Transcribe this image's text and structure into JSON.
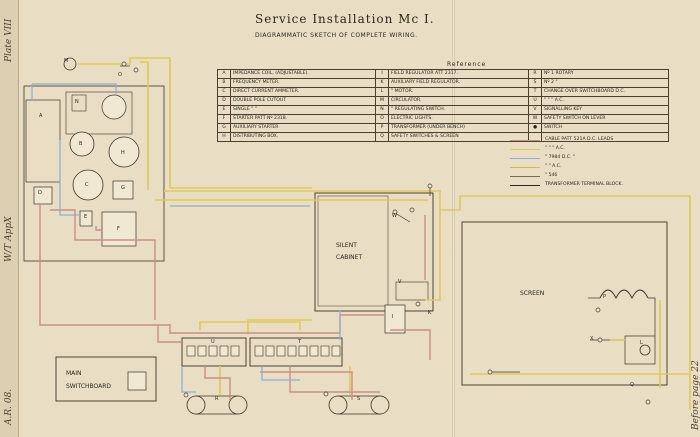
{
  "margin": {
    "plate": "Plate VIII",
    "appendix": "W/T AppX",
    "ar": "A.R. 08."
  },
  "right_margin": "Before page 22",
  "title": "Service Installation Mc I.",
  "subtitle": "DIAGRAMMATIC SKETCH OF COMPLETE WIRING.",
  "reference_heading": "Reference",
  "reference": [
    [
      "A",
      "IMPEDANCE COIL, (ADJUSTABLE).",
      "I",
      "FIELD REGULATOR ATT 2317.",
      "R",
      "Nº 1 ROTARY"
    ],
    [
      "B",
      "FREQUENCY METER.",
      "K",
      "AUXILIARY FIELD REGULATOR.",
      "S",
      "Nº 2    \""
    ],
    [
      "C",
      "DIRECT CURRENT AMMETER.",
      "L",
      "\"        MOTOR.",
      "T",
      "CHANGE OVER SWITCHBOARD D.C."
    ],
    [
      "D",
      "DOUBLE POLE CUTOUT",
      "M",
      "CIRCULATOR.",
      "U",
      "\"      \"      \"      A.C."
    ],
    [
      "E",
      "SINGLE    \"      \"",
      "N",
      "\"     REGULATING SWITCH.",
      "V",
      "SIGNALLING KEY"
    ],
    [
      "F",
      "STARTER PATT Nº 2318.",
      "O",
      "ELECTRIC LIGHTS.",
      "W",
      "SAFETY SWITCH ON LEVER"
    ],
    [
      "G",
      "AUXILIARY STARTER",
      "P",
      "TRANSFORMER (UNDER BENCH)",
      "●",
      "SWITCH"
    ],
    [
      "H",
      "DISTRIBUTING BOX.",
      "Q",
      "SAFETY SWITCHES & SCREEN",
      "",
      ""
    ]
  ],
  "legend": [
    {
      "label": "CABLE PATT 521A D.C. LEADS",
      "color": "#c98f86"
    },
    {
      "label": "\"      \"      \"     A.C.",
      "color": "#e0c85a"
    },
    {
      "label": "\"     7984 D.C.  \"",
      "color": "#8fb0d0"
    },
    {
      "label": "\"      \"     A.C.",
      "color": "#d8b840"
    },
    {
      "label": "\"   546",
      "color": "#7a6a50"
    },
    {
      "label": "TRANSFORMER TERMINAL BLOCK.",
      "color": "#2a2520"
    }
  ],
  "labels": {
    "silent_cabinet": "SILENT CABINET",
    "screen": "SCREEN",
    "main_switchboard": "MAIN SWITCHBOARD"
  },
  "component_letters": [
    "A",
    "B",
    "C",
    "D",
    "E",
    "F",
    "G",
    "H",
    "I",
    "K",
    "L",
    "M",
    "N",
    "O",
    "P",
    "Q",
    "R",
    "S",
    "T",
    "U",
    "V",
    "W",
    "X"
  ],
  "colors": {
    "dc_red": "#c98f86",
    "ac_yellow": "#e0c85a",
    "dc_blue": "#8fb0d0",
    "line": "#3a3228",
    "paper": "#e9dec4"
  }
}
